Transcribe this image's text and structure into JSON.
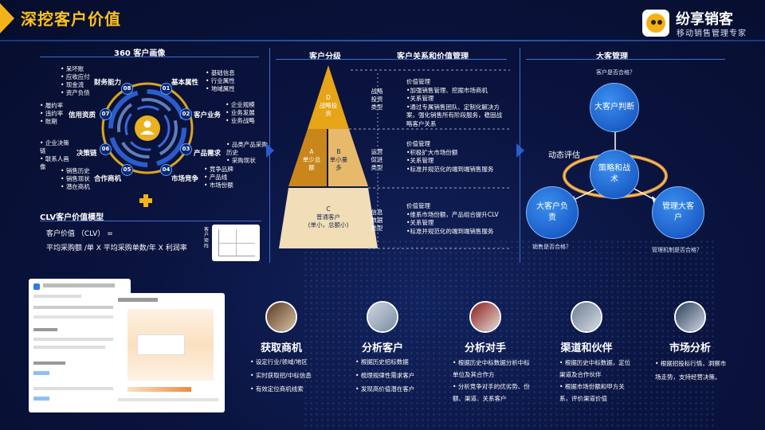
{
  "header": {
    "title": "深挖客户价值",
    "brand_name": "纷享销客",
    "brand_slogan": "移动销售管理专家"
  },
  "portrait": {
    "title": "360 客户画像",
    "segments": [
      {
        "num": "01",
        "label": "基本属性",
        "items": [
          "基础信息",
          "行业属性",
          "地域属性"
        ]
      },
      {
        "num": "02",
        "label": "客户业务",
        "items": [
          "企业规模",
          "业务发展",
          "业务战略"
        ]
      },
      {
        "num": "03",
        "label": "产品需求",
        "items": [
          "品类产品采购历史",
          "采购现状"
        ]
      },
      {
        "num": "04",
        "label": "市场竞争",
        "items": [
          "竞争品牌",
          "产品线",
          "市场份额"
        ]
      },
      {
        "num": "05",
        "label": "合作商机",
        "items": [
          "销售历史",
          "销售现状",
          "潜在商机"
        ]
      },
      {
        "num": "06",
        "label": "决策链",
        "items": [
          "企业决策链",
          "联系人画像"
        ]
      },
      {
        "num": "07",
        "label": "信用资质",
        "items": [
          "履约率",
          "违约率",
          "账期"
        ]
      },
      {
        "num": "08",
        "label": "财务能力",
        "items": [
          "呆坏账",
          "应收应付",
          "现金流",
          "资产负债"
        ]
      }
    ]
  },
  "clv": {
    "title": "CLV客户价值模型",
    "line1": "客户价值 （CLV） =",
    "line2": "平均采购额 /单 X 平均采购单数/年 X 利润率",
    "side_label": "客户矩阵"
  },
  "segmentation": {
    "title_left": "客户分级",
    "title_right": "客户关系和价值管理",
    "tiers": [
      {
        "label": "D",
        "text": "战略投资"
      },
      {
        "label": "A",
        "text": "单少总额"
      },
      {
        "label": "B",
        "text": "单小量多"
      },
      {
        "label": "C",
        "text": "普通客户",
        "sub": "(单小，总额小)"
      }
    ],
    "types": [
      "战略投资类型",
      "运营促进类型",
      "信息数据类型"
    ],
    "desc_blocks": [
      [
        "价值管理",
        "•加强销售管理、挖掘市场商机",
        "•关系管理",
        "•通过专属销售团队、定制化解决方案，强化销售所有阶段服务，稳固战略客户关系"
      ],
      [
        "价值管理",
        "•积极扩大市场份额",
        "•关系管理",
        "•标准并规范化的端到端销售服务"
      ],
      [
        "价值管理",
        "•维系市场份额，产品组合提升CLV",
        "•关系管理",
        "•标准并规范化的端到端销售服务"
      ]
    ]
  },
  "key_accounts": {
    "title": "大客管理",
    "center": "策略和战术",
    "top": "大客户判断",
    "left": "大客户负责",
    "right": "管理大客户",
    "dynamic": "动态评估",
    "q_top": "客户是否合格？",
    "q_left": "销售是否合格？",
    "q_right": "管理机制是否合格？"
  },
  "features": [
    {
      "title": "获取商机",
      "items": [
        "设定行业/领域/地区",
        "实时获取招/中标信息",
        "有效定位商机线索"
      ]
    },
    {
      "title": "分析客户",
      "items": [
        "根据历史招标数据",
        "梳理规律性需求客户",
        "发现高价值潜在客户"
      ]
    },
    {
      "title": "分析对手",
      "items": [
        "根据历史中标数据分析中标单位及其合作方",
        "分析竞争对手的优劣势、份额、渠道、关系客户"
      ]
    },
    {
      "title": "渠道和伙伴",
      "items": [
        "根据历史中标数据，定位渠道及合作伙伴",
        "根据市场份额和甲方关系，评价渠道价值"
      ]
    },
    {
      "title": "市场分析",
      "items": [
        "根据招投标行情，洞察市场走势，支持经营决策。"
      ]
    }
  ]
}
